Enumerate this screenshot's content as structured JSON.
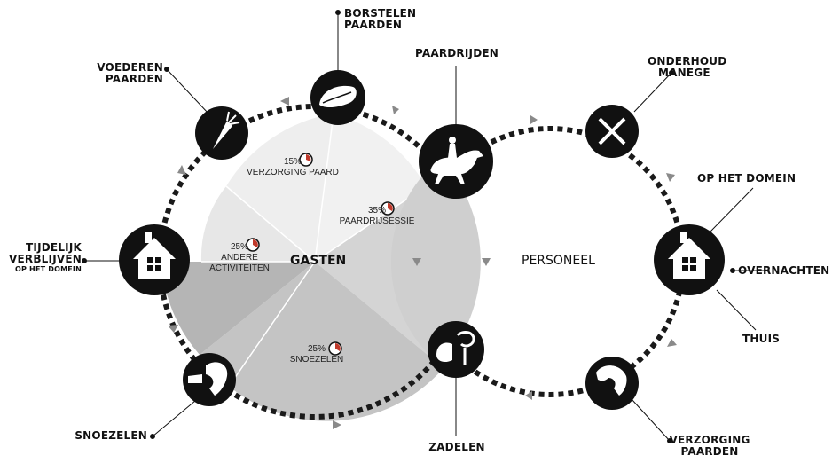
{
  "hubs": {
    "guests": "GASTEN",
    "staff": "PERSONEEL"
  },
  "segments": [
    {
      "id": "verzorging",
      "percent": "15%",
      "label": "VERZORGING PAARD"
    },
    {
      "id": "paardrijsessie",
      "percent": "35%",
      "label": "PAARDRIJSESSIE"
    },
    {
      "id": "snoezelen",
      "percent": "25%",
      "label": "SNOEZELEN"
    },
    {
      "id": "andere",
      "percent": "25%",
      "label_line1": "ANDERE",
      "label_line2": "ACTIVITEITEN"
    }
  ],
  "chart_data": {
    "type": "pie",
    "categories": [
      "VERZORGING PAARD",
      "PAARDRIJSESSIE",
      "SNOEZELEN",
      "ANDERE ACTIVITEITEN"
    ],
    "values": [
      15,
      35,
      25,
      25
    ],
    "colors": [
      "#eeeeee",
      "#d6d6d6",
      "#c2c2c2",
      "#e4e4e4"
    ]
  },
  "nodes": {
    "borstelen": {
      "line1": "BORSTELEN",
      "line2": "PAARDEN",
      "icon": "brush-icon"
    },
    "voederen": {
      "line1": "VOEDEREN",
      "line2": "PAARDEN",
      "icon": "carrot-icon"
    },
    "paardrijden": {
      "line1": "PAARDRIJDEN",
      "icon": "horse-rider-icon"
    },
    "tijdelijk": {
      "line1": "TIJDELIJK",
      "line2": "VERBLIJVEN",
      "line3": "OP HET DOMEIN",
      "icon": "house-icon"
    },
    "snoezelen": {
      "line1": "SNOEZELEN",
      "icon": "hand-horse-icon"
    },
    "zadelen": {
      "line1": "ZADELEN",
      "icon": "saddle-icon"
    },
    "onderhoud": {
      "line1": "ONDERHOUD",
      "line2": "MANEGE",
      "icon": "tools-icon"
    },
    "domein": {
      "line1": "OP HET DOMEIN",
      "icon": "house-icon"
    },
    "overnachten": {
      "line1": "OVERNACHTEN"
    },
    "thuis": {
      "line1": "THUIS"
    },
    "verzorging": {
      "line1": "VERZORGING",
      "line2": "PAARDEN",
      "icon": "horse-head-icon"
    }
  },
  "colors": {
    "ink": "#111111",
    "dash": "#1a1a1a",
    "arrow": "#8a8a8a",
    "accent": "#c0392b"
  }
}
